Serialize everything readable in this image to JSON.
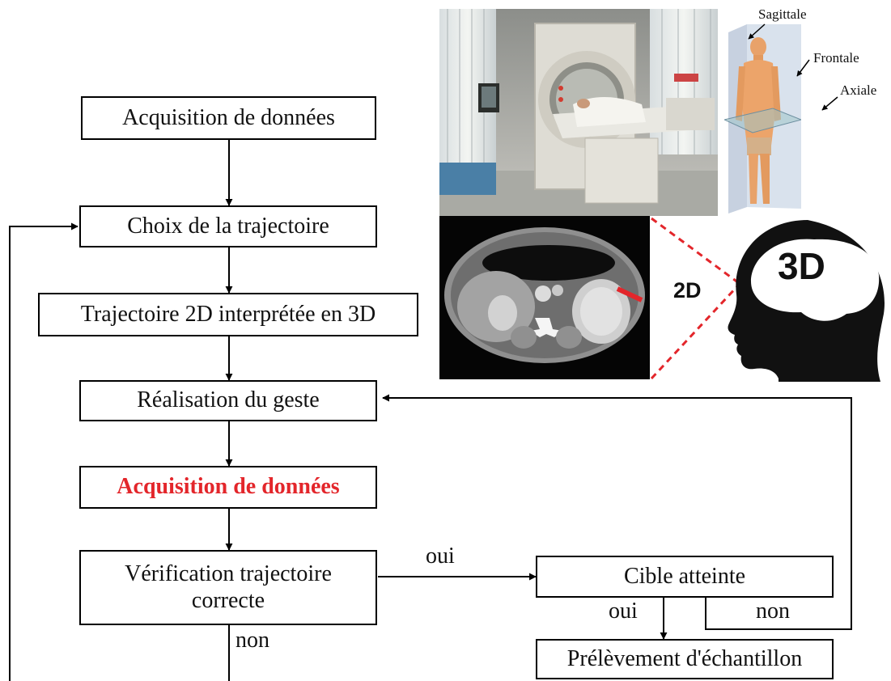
{
  "flowchart": {
    "step1": "Acquisition de données",
    "step2": "Choix de la trajectoire",
    "step3": "Trajectoire 2D interprétée en 3D",
    "step4": "Réalisation du geste",
    "step5": "Acquisition de données",
    "step6_line1": "Vérification trajectoire",
    "step6_line2": "correcte",
    "target": "Cible atteinte",
    "sample": "Prélèvement d'échantillon",
    "yes_label": "oui",
    "no_label": "non"
  },
  "illustration": {
    "planes": {
      "sagittal": "Sagittale",
      "frontal": "Frontale",
      "axial": "Axiale"
    },
    "label_2d": "2D",
    "label_3d": "3D"
  },
  "colors": {
    "highlight": "#e3262b",
    "line": "#000000"
  }
}
